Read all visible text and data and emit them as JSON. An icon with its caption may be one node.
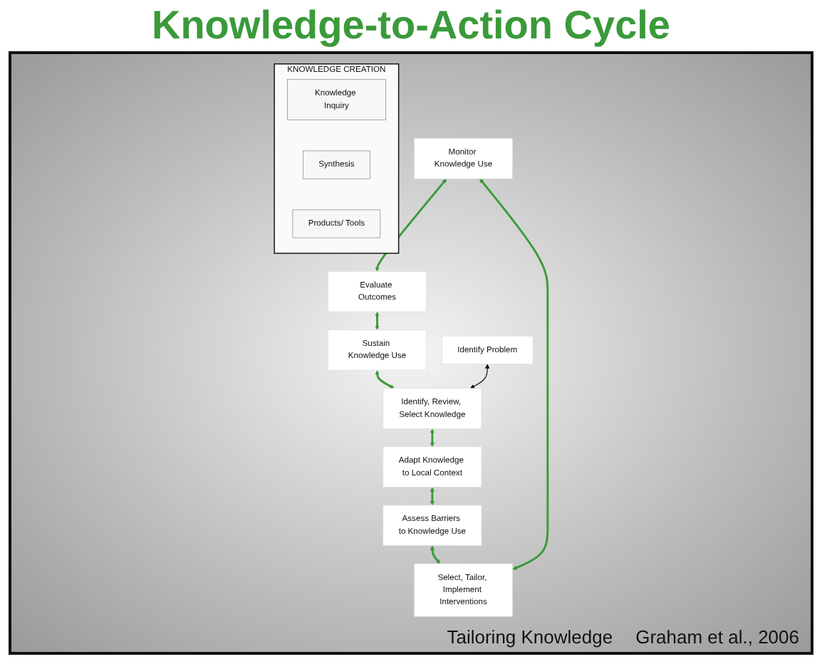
{
  "diagram": {
    "title": "Knowledge-to-Action Cycle",
    "nodes": [
      {
        "text": [
          "Monitor Knowledge Use"
        ]
      },
      {
        "text": [
          "Evaluate Outcomes"
        ]
      },
      {
        "text": [
          "Sustain Knowledge Use"
        ]
      },
      {
        "text": [
          "Identify Problem"
        ]
      },
      {
        "text": [
          "Identify, Review, Select Knowledge"
        ]
      },
      {
        "text": [
          "Adapt Knowledge to Local Context"
        ]
      },
      {
        "text": [
          "Assess Barriers to Knowledge Use"
        ]
      },
      {
        "text": [
          "Select, Tailor, Implement Interventions"
        ]
      },
      {
        "text": [
          "KNOWLEDGE CREATION"
        ]
      },
      {
        "text": [
          "Knowledge Inquiry"
        ],
        "in": 8
      },
      {
        "text": [
          "Synthesis"
        ],
        "in": 8
      },
      {
        "text": [
          "Products/ Tools"
        ],
        "in": 8
      }
    ],
    "edges": [
      {
        "from": 7,
        "to": 0,
        "arrow": "both"
      },
      {
        "from": 0,
        "to": 1,
        "arrow": "both"
      },
      {
        "from": 1,
        "to": 2,
        "arrow": "both"
      },
      {
        "from": 2,
        "to": 4,
        "arrow": "both"
      },
      {
        "from": 3,
        "to": 4,
        "arrow": "both",
        "color": "#000000"
      },
      {
        "from": 4,
        "to": 5,
        "arrow": "both"
      },
      {
        "from": 5,
        "to": 6,
        "arrow": "both"
      },
      {
        "from": 6,
        "to": 7,
        "arrow": "both"
      }
    ],
    "labels": [
      "Tailoring Knowledge",
      "Graham et al., 2006"
    ]
  }
}
